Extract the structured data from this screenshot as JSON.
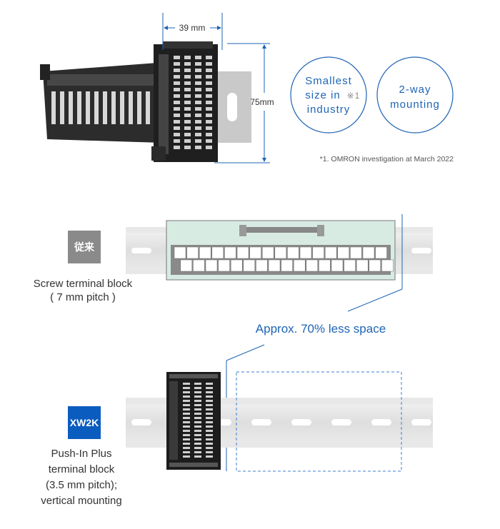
{
  "dimensions": {
    "width_label": "39 mm",
    "height_label": "75mm"
  },
  "badges": [
    {
      "line1": "Smallest",
      "line2": "size in",
      "note_mark": "※1",
      "line3": "industry"
    },
    {
      "line1": "2-way",
      "line2": "mounting"
    }
  ],
  "footnote": "*1. OMRON investigation at March 2022",
  "conventional": {
    "tag": "従来",
    "tag_color": "#8a8a8a",
    "label_line1": "Screw terminal block",
    "label_line2": "( 7 mm pitch )"
  },
  "comparison": {
    "text": "Approx. 70% less space"
  },
  "xw2k": {
    "tag": "XW2K",
    "tag_color": "#0b5cbf",
    "label_line1": "Push-In Plus",
    "label_line2": "terminal block",
    "label_line3": "(3.5 mm pitch);",
    "label_line4": "vertical mounting"
  },
  "colors": {
    "accent_blue": "#1e64b4",
    "dashed_blue": "#3b7fd1",
    "block_green": "#d7ebe3"
  }
}
